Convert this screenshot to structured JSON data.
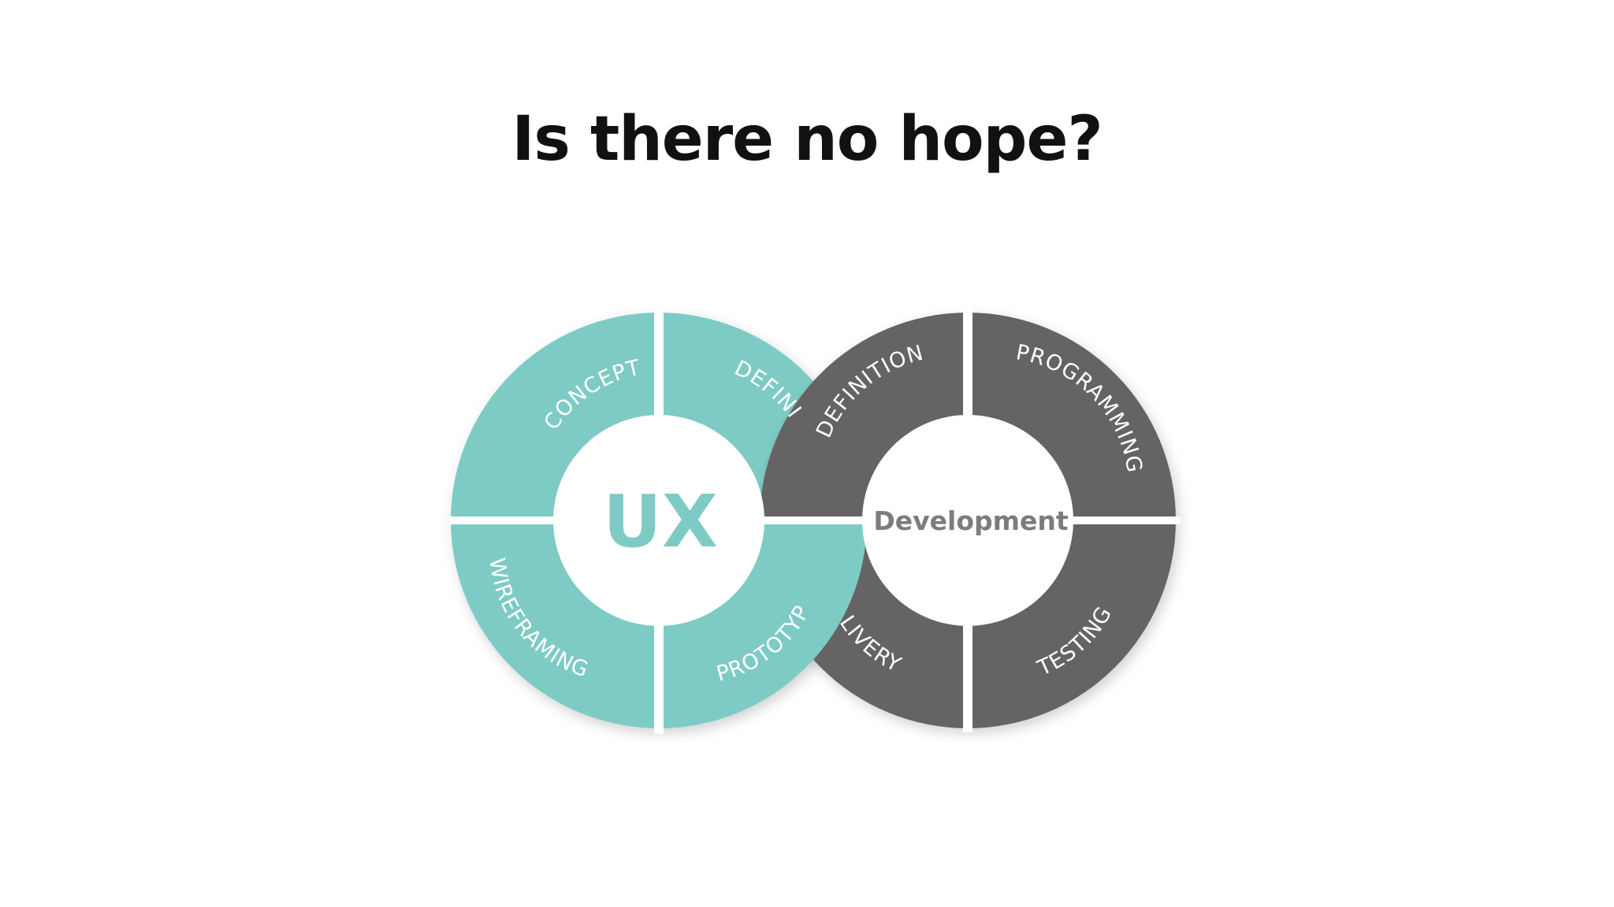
{
  "slide": {
    "title": "Is there no hope?"
  },
  "colors": {
    "ux": "#7ecbc5",
    "dev": "#666465",
    "divider": "#ffffff",
    "center": "#ffffff",
    "dev_center_text": "#7d7b7c"
  },
  "ux_cycle": {
    "center_label": "UX",
    "segments": [
      {
        "label": "CONCEPT"
      },
      {
        "label": "DEFINI"
      },
      {
        "label": "PROTOTYPE"
      },
      {
        "label": "WIREFRAMING"
      }
    ]
  },
  "dev_cycle": {
    "center_label": "Development",
    "segments": [
      {
        "label": "DEFINITION"
      },
      {
        "label": "PROGRAMMING"
      },
      {
        "label": "TESTING"
      },
      {
        "label": "LIVERY"
      }
    ]
  }
}
